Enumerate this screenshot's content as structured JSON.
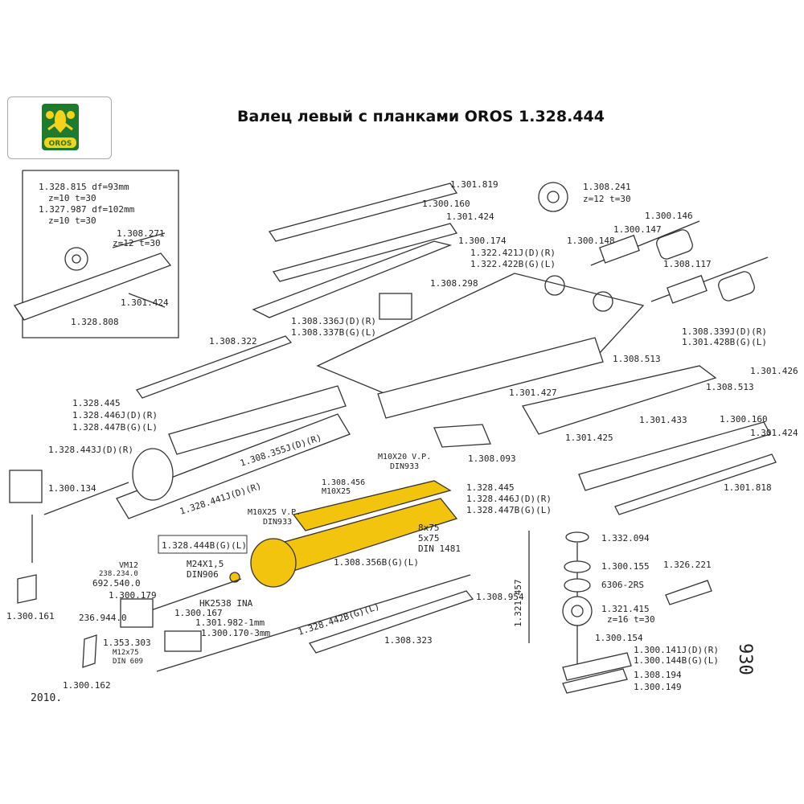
{
  "header": {
    "title": "Валец левый с планками OROS 1.328.444",
    "logo_text": "OROS"
  },
  "colors": {
    "highlight": "#f2c40e",
    "line": "#333333",
    "logo_green": "#1f7a2e",
    "logo_yellow": "#f6d21b"
  },
  "inset": {
    "line1": "1.328.815  df=93mm",
    "line2": "z=10  t=30",
    "line3": "1.327.987  df=102mm",
    "line4": "z=10  t=30",
    "strike1": "1.308.271",
    "strike2": "z=12  t=30",
    "strike3": "1.301.424",
    "part": "1.328.808"
  },
  "labels": {
    "p1301819": "1.301.819",
    "p1300160a": "1.300.160",
    "p1301424a": "1.301.424",
    "p1300174": "1.300.174",
    "p1322421": "1.322.421J(D)(R)",
    "p1322422": "1.322.422B(G)(L)",
    "p1308241": "1.308.241",
    "p1308241z": "z=12  t=30",
    "p1300146": "1.300.146",
    "p1300147": "1.300.147",
    "p1300148": "1.300.148",
    "p1308117": "1.308.117",
    "p1308298": "1.308.298",
    "p1308336": "1.308.336J(D)(R)",
    "p1308337": "1.308.337B(G)(L)",
    "p1308322": "1.308.322",
    "p1308339": "1.308.339J(D)(R)",
    "p1301428": "1.301.428B(G)(L)",
    "p1308513a": "1.308.513",
    "p1301426": "1.301.426",
    "p1308513b": "1.308.513",
    "p1301427": "1.301.427",
    "p1301433": "1.301.433",
    "p1300160b": "1.300.160",
    "p1301424b": "1.301.424",
    "p1301425": "1.301.425",
    "p1308093": "1.308.093",
    "p1301818": "1.301.818",
    "p1328445a": "1.328.445",
    "p1328446a": "1.328.446J(D)(R)",
    "p1328447a": "1.328.447B(G)(L)",
    "p1328443": "1.328.443J(D)(R)",
    "p1308355": "1.308.355J(D)(R)",
    "p1300134": "1.300.134",
    "p1328441": "1.328.441J(D)(R)",
    "m10x20": "M10X20 V.P.",
    "din933a": "DIN933",
    "p1308456": "1.308.456",
    "m10x25a": "M10X25",
    "p1328445b": "1.328.445",
    "p1328446b": "1.328.446J(D)(R)",
    "p1328447b": "1.328.447B(G)(L)",
    "m10x25b": "M10X25 V.P.",
    "din933b": "DIN933",
    "s8x75": "8x75",
    "s5x75": "5x75",
    "din1481": "DIN 1481",
    "p1328444": "1.328.444B(G)(L)",
    "m24x15": "M24X1,5",
    "din906": "DIN906",
    "p1308356": "1.308.356B(G)(L)",
    "vm12": "VM12",
    "p238234": "238.234.0",
    "p692540": "692.540.0",
    "p1300179": "1.300.179",
    "hk2538": "HK2538 INA",
    "p236944": "236.944.0",
    "p1300167": "1.300.167",
    "p1301982": "1.301.982-1mm",
    "p1300170": "1.300.170-3mm",
    "p1353303": "1.353.303",
    "m12x75": "M12x75",
    "din609": "DIN 609",
    "p1300161": "1.300.161",
    "p1300162": "1.300.162",
    "year": "2010.",
    "p1328442": "1.328.442B(G)(L)",
    "p1308323": "1.308.323",
    "p1308954": "1.308.954",
    "p1332094": "1.332.094",
    "p1300155": "1.300.155",
    "p6306": "6306-2RS",
    "p1321415": "1.321.415",
    "p1321415z": "z=16  t=30",
    "p1321457": "1.321.457",
    "p1326221": "1.326.221",
    "p1300154": "1.300.154",
    "p1300141": "1.300.141J(D)(R)",
    "p1300144": "1.300.144B(G)(L)",
    "p1308194": "1.308.194",
    "p1300149": "1.300.149",
    "page": "930"
  }
}
